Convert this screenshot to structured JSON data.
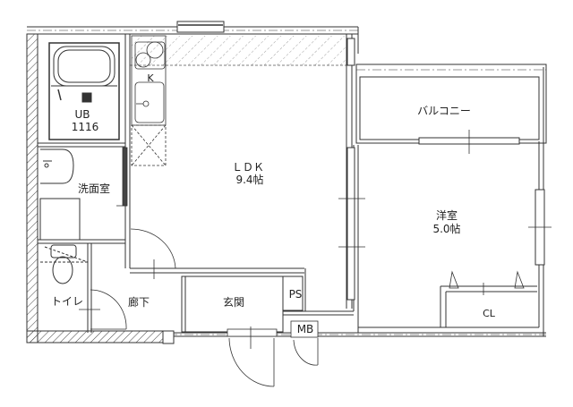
{
  "floorplan": {
    "rooms": {
      "ub": {
        "name": "UB",
        "size": "1116"
      },
      "kitchen": {
        "name": "K"
      },
      "washroom": {
        "name": "洗面室"
      },
      "toilet": {
        "name": "トイレ"
      },
      "hallway": {
        "name": "廊下"
      },
      "entrance": {
        "name": "玄関"
      },
      "ps": {
        "name": "PS"
      },
      "mb": {
        "name": "MB"
      },
      "ldk": {
        "name": "ＬＤＫ",
        "size": "9.4帖"
      },
      "balcony": {
        "name": "バルコニー"
      },
      "western_room": {
        "name": "洋室",
        "size": "5.0帖"
      },
      "closet": {
        "name": "CL"
      }
    },
    "colors": {
      "line": "#333333",
      "hatch": "#555555",
      "background": "#ffffff"
    }
  }
}
